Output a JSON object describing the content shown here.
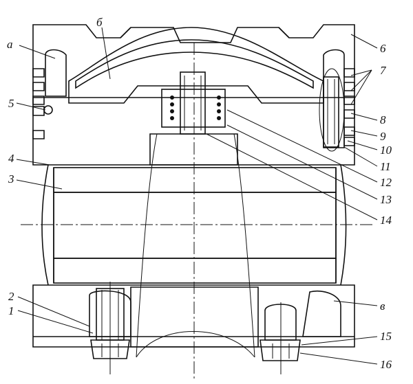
{
  "labels": {
    "a": "a",
    "b": "б",
    "n1": "1",
    "n2": "2",
    "n3": "3",
    "n4": "4",
    "n5": "5",
    "n6": "6",
    "n7": "7",
    "n8": "8",
    "n9": "9",
    "n10": "10",
    "n11": "11",
    "n12": "12",
    "n13": "13",
    "n14": "14",
    "n15": "15",
    "n16": "16",
    "v": "в"
  }
}
